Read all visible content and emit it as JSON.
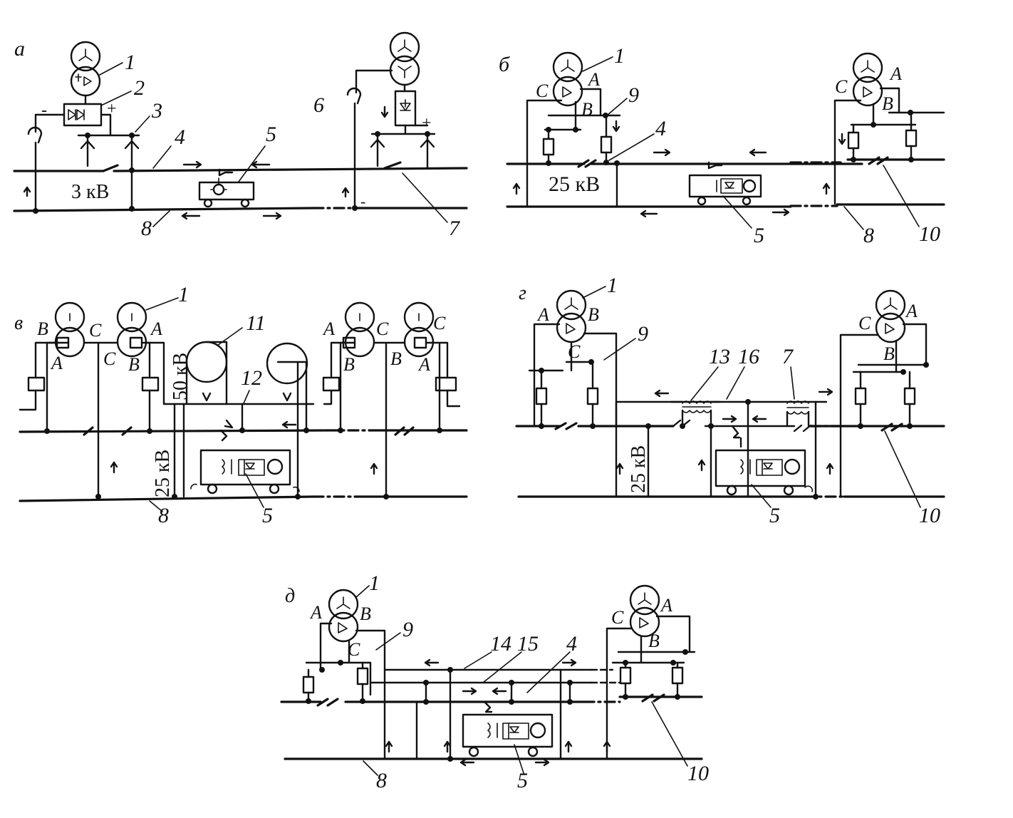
{
  "panels": [
    {
      "id": "a",
      "letter": "а",
      "voltage": "3 кВ",
      "callouts": [
        "1",
        "2",
        "3",
        "4",
        "5",
        "6",
        "7",
        "8"
      ],
      "polarity": [
        "-",
        "+",
        "+",
        "-"
      ],
      "phases": []
    },
    {
      "id": "b",
      "letter": "б",
      "voltage": "25 кВ",
      "callouts": [
        "1",
        "9",
        "4",
        "5",
        "8",
        "10"
      ],
      "phases": [
        "C",
        "A",
        "B",
        "C",
        "A",
        "B"
      ]
    },
    {
      "id": "v",
      "letter": "в",
      "voltage": "25 кВ",
      "voltage2": "50 кВ",
      "callouts": [
        "1",
        "11",
        "12",
        "8",
        "5"
      ],
      "phases": [
        "B",
        "C",
        "A",
        "C",
        "A",
        "B",
        "A",
        "B",
        "C",
        "B",
        "C",
        "A"
      ]
    },
    {
      "id": "g",
      "letter": "г",
      "voltage": "25 кВ",
      "callouts": [
        "1",
        "9",
        "13",
        "16",
        "7",
        "5",
        "10"
      ],
      "phases": [
        "A",
        "B",
        "C",
        "C",
        "A",
        "B"
      ]
    },
    {
      "id": "d",
      "letter": "д",
      "callouts": [
        "1",
        "9",
        "14",
        "15",
        "4",
        "8",
        "5",
        "10"
      ],
      "phases": [
        "A",
        "B",
        "C",
        "C",
        "A",
        "B"
      ]
    }
  ]
}
